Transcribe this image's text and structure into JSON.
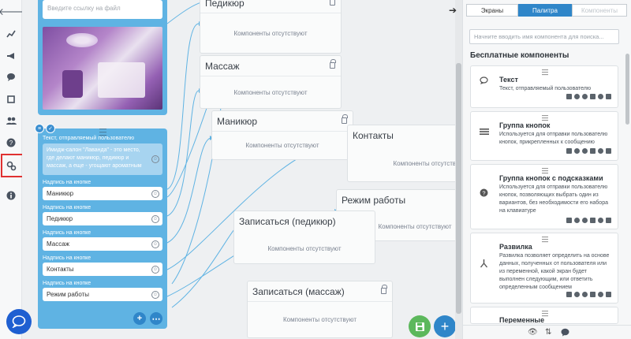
{
  "rail": {
    "icons": [
      "back-arrow-icon",
      "chart-icon",
      "megaphone-icon",
      "chat-bubble-icon",
      "crop-icon",
      "users-icon",
      "help-icon",
      "settings-gears-icon",
      "info-icon"
    ]
  },
  "top_card": {
    "file_input_placeholder": "Введите ссылку на файл"
  },
  "main_card": {
    "text_label": "Текст, отправляемый пользователю",
    "text_value": "Имидж-салон \"Лаванда\" - это место, где делают маникюр, педикюр и массаж, а еще - угощают ароматным",
    "buttons": [
      {
        "label": "Надпись на кнопке",
        "value": "Маникюр"
      },
      {
        "label": "Надпись на кнопке",
        "value": "Педикюр"
      },
      {
        "label": "Надпись на кнопке",
        "value": "Массаж"
      },
      {
        "label": "Надпись на кнопке",
        "value": "Контакты"
      },
      {
        "label": "Надпись на кнопке",
        "value": "Режим работы"
      }
    ]
  },
  "screens": [
    {
      "title": "Педикюр",
      "empty": "Компоненты отсутствуют"
    },
    {
      "title": "Массаж",
      "empty": "Компоненты отсутствуют"
    },
    {
      "title": "Маникюр",
      "empty": "Компоненты отсутствуют"
    },
    {
      "title": "Контакты",
      "empty": "Компоненты отсутствуют"
    },
    {
      "title": "Режим работы",
      "empty": "Компоненты отсутствуют"
    },
    {
      "title": "Записаться (педикюр)",
      "empty": "Компоненты отсутствуют"
    },
    {
      "title": "Записаться (массаж)",
      "empty": "Компоненты отсутствуют"
    }
  ],
  "panel": {
    "tabs": [
      "Экраны",
      "Палитра",
      "Компоненты"
    ],
    "active_tab": "Палитра",
    "search_placeholder": "Начните вводить имя компонента для поиска...",
    "section_title": "Бесплатные компоненты",
    "components": [
      {
        "title": "Текст",
        "desc": "Текст, отправляемый пользователю",
        "icon": "chat-bubble-icon"
      },
      {
        "title": "Группа кнопок",
        "desc": "Используется для отправки пользователю кнопок, прикрепленных к сообщению",
        "icon": "menu-lines-icon"
      },
      {
        "title": "Группа кнопок с подсказками",
        "desc": "Используется для отправки пользователю кнопок, позволяющих выбрать один из вариантов, без необходимости его набора на клавиатуре",
        "icon": "question-icon"
      },
      {
        "title": "Развилка",
        "desc": "Развилка позволяет определить на основе данных, полученных от пользователя или из переменной, какой экран будет выполнен следующим, или ответить определенным сообщением",
        "icon": "fork-icon"
      },
      {
        "title": "Переменные",
        "desc": "",
        "icon": "variable-icon"
      }
    ]
  },
  "colors": {
    "accent": "#2f86c9",
    "card_blue": "#5fb3e3",
    "highlight": "#e03131",
    "save_green": "#5cb85c"
  }
}
